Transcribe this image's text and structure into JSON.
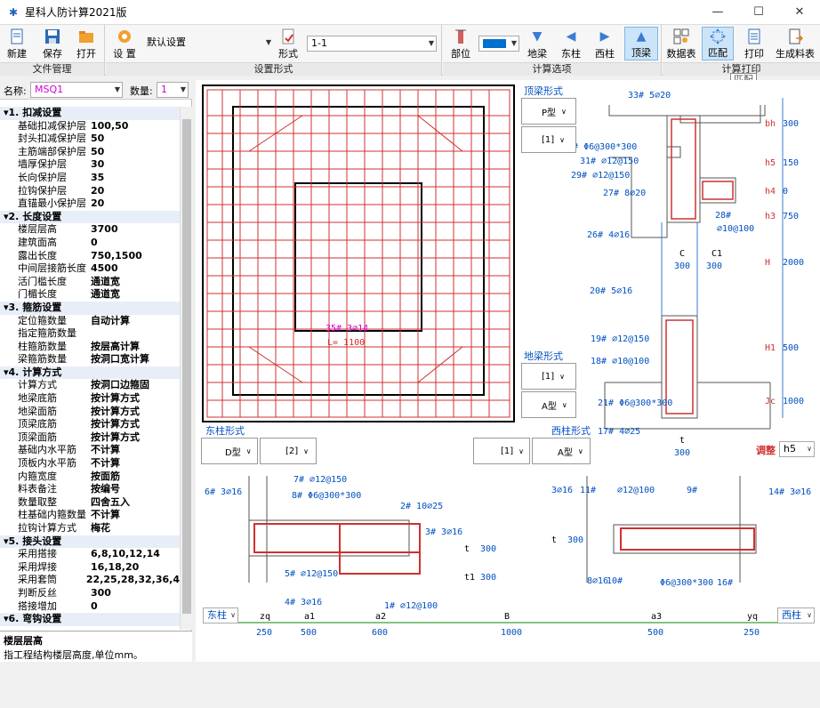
{
  "window": {
    "title": "星科人防计算2021版",
    "minimize": "—",
    "maximize": "☐",
    "close": "✕"
  },
  "ribbon": {
    "file_group": {
      "label": "文件管理",
      "new": "新建",
      "save": "保存",
      "open": "打开"
    },
    "format_group": {
      "label": "设置形式",
      "settings": "设 置",
      "preset": "默认设置",
      "form": "形式",
      "form_value": "1-1"
    },
    "calc_group": {
      "label": "计算选项",
      "position": "部位",
      "ground_beam": "地梁",
      "east_col": "东柱",
      "west_col": "西柱",
      "top_beam": "顶梁"
    },
    "print_group": {
      "label": "计算打印",
      "data_table": "数据表",
      "match": "匹配",
      "print": "打印",
      "gen_material": "生成料表"
    },
    "tooltip": "匹配"
  },
  "left": {
    "name_label": "名称:",
    "name_value": "MSQ1",
    "count_label": "数量:",
    "count_value": "1",
    "sections": [
      {
        "title": "1. 扣减设置",
        "rows": [
          [
            "基础扣减保护层",
            "100,50"
          ],
          [
            "封头扣减保护层",
            "50"
          ],
          [
            "主筋端部保护层",
            "50"
          ],
          [
            "墙厚保护层",
            "30"
          ],
          [
            "长向保护层",
            "35"
          ],
          [
            "拉钩保护层",
            "20"
          ],
          [
            "直锚最小保护层",
            "20"
          ]
        ]
      },
      {
        "title": "2. 长度设置",
        "rows": [
          [
            "楼层层高",
            "3700"
          ],
          [
            "建筑面高",
            "0"
          ],
          [
            "露出长度",
            "750,1500"
          ],
          [
            "中间层接筋长度",
            "4500"
          ],
          [
            "活门槛长度",
            "通道宽"
          ],
          [
            "门楣长度",
            "通道宽"
          ]
        ]
      },
      {
        "title": "3. 箍筋设置",
        "rows": [
          [
            "定位箍数量",
            "自动计算"
          ],
          [
            "指定箍筋数量",
            ""
          ],
          [
            "柱箍筋数量",
            "按层高计算"
          ],
          [
            "梁箍筋数量",
            "按洞口宽计算"
          ]
        ]
      },
      {
        "title": "4. 计算方式",
        "rows": [
          [
            "计算方式",
            "按洞口边箍固"
          ],
          [
            "地梁底筋",
            "按计算方式"
          ],
          [
            "地梁面筋",
            "按计算方式"
          ],
          [
            "顶梁底筋",
            "按计算方式"
          ],
          [
            "顶梁面筋",
            "按计算方式"
          ],
          [
            "基础内水平筋",
            "不计算"
          ],
          [
            "顶板内水平筋",
            "不计算"
          ],
          [
            "内箍宽度",
            "按面筋"
          ],
          [
            "料表备注",
            "按编号"
          ],
          [
            "数量取整",
            "四舍五入"
          ],
          [
            "柱基础内箍数量",
            "不计算"
          ],
          [
            "拉钩计算方式",
            "梅花"
          ]
        ]
      },
      {
        "title": "5. 接头设置",
        "rows": [
          [
            "采用搭接",
            "6,8,10,12,14"
          ],
          [
            "采用焊接",
            "16,18,20"
          ],
          [
            "采用套筒",
            "22,25,28,32,36,4"
          ],
          [
            "判断反丝",
            "300"
          ],
          [
            "搭接增加",
            "0"
          ]
        ]
      },
      {
        "title": "6. 弯钩设置",
        "rows": []
      }
    ],
    "desc_title": "楼层层高",
    "desc_text": "指工程结构楼层高度,单位mm。"
  },
  "canvas": {
    "top_beam_form": "顶梁形式",
    "top_beam_type": "P型",
    "top_beam_sub": "[1]",
    "ground_beam_form": "地梁形式",
    "ground_beam_sub": "[1]",
    "ground_beam_type": "A型",
    "east_col_form": "东柱形式",
    "east_col_type": "D型",
    "east_col_sub": "[2]",
    "west_col_form": "西柱形式",
    "west_col_sub": "[1]",
    "west_col_type": "A型",
    "adjust_label": "调整",
    "adjust_value": "h5",
    "east_select": "东柱",
    "west_select": "西柱",
    "opening_note_1": "35# 3⌀14",
    "opening_note_2": "L= 1100",
    "beam_labels": [
      "33# 5⌀20",
      "34# Φ6@300*300",
      "31# ⌀12@150",
      "29# ⌀12@150",
      "27# 8⌀20",
      "28#",
      "⌀10@100",
      "26# 4⌀16",
      "20# 5⌀16",
      "19# ⌀12@150",
      "18# ⌀10@100",
      "21# Φ6@300*300",
      "17# 4⌀25"
    ],
    "beam_dims": [
      [
        "bh",
        "300"
      ],
      [
        "h5",
        "150"
      ],
      [
        "h4",
        "0"
      ],
      [
        "h3",
        "750"
      ],
      [
        "H",
        "2000"
      ],
      [
        "H1",
        "500"
      ],
      [
        "Jc",
        "1000"
      ]
    ],
    "beam_widths": [
      [
        "C",
        "300"
      ],
      [
        "C1",
        "300"
      ],
      [
        "t",
        "300"
      ]
    ],
    "plan_labels": [
      "6# 3⌀16",
      "7# ⌀12@150",
      "8# Φ6@300*300",
      "2# 10⌀25",
      "3# 3⌀16",
      "5# ⌀12@150",
      "4# 3⌀16",
      "1# ⌀12@100",
      "3⌀16",
      "11#",
      "⌀12@100",
      "9#",
      "14# 3⌀16",
      "8⌀16",
      "10#",
      "Φ6@300*300",
      "16#"
    ],
    "plan_dims_h": [
      [
        "zq",
        "250"
      ],
      [
        "a1",
        "500"
      ],
      [
        "a2",
        "600"
      ],
      [
        "B",
        "1000"
      ],
      [
        "a3",
        "500"
      ],
      [
        "yq",
        "250"
      ]
    ],
    "plan_dims_v": [
      [
        "t",
        "300"
      ],
      [
        "t1",
        "300"
      ],
      [
        "t",
        "300"
      ]
    ]
  }
}
